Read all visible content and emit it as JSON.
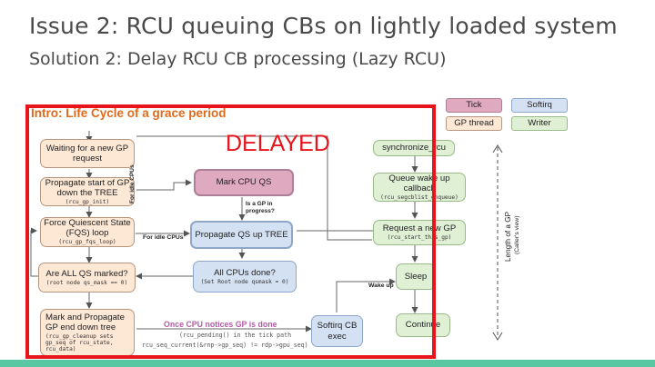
{
  "slide": {
    "title": "Issue 2: RCU queuing CBs on lightly loaded system",
    "subtitle": "Solution 2: Delay RCU CB processing (Lazy RCU)"
  },
  "diagram": {
    "title": "Intro: Life Cycle of a grace period",
    "overlay_text": "DELAYED",
    "legend": [
      "Tick",
      "Softirq",
      "GP thread",
      "Writer"
    ],
    "boxes": {
      "wait_gp": {
        "text": "Waiting for a new GP request"
      },
      "propagate_start": {
        "text": "Propagate start of GP down the TREE",
        "code": "(rcu_gp_init)"
      },
      "fqs_loop": {
        "text": "Force Quiescent State (FQS) loop",
        "code": "(rcu_gp_fqs_loop)"
      },
      "all_qs": {
        "text": "Are ALL QS marked?",
        "code": "(root node qs_mask == 0)"
      },
      "mark_end": {
        "text": "Mark and Propagate GP end down tree",
        "code": "(rcu_gp_cleanup sets gp_seq of rcu_state, rcu_data)"
      },
      "mark_cpu_qs": {
        "text": "Mark CPU QS"
      },
      "propagate_qs": {
        "text": "Propagate QS up TREE"
      },
      "all_cpus_done": {
        "text": "All CPUs done?",
        "code": "(Set Root node qsmask = 0)"
      },
      "softirq_exec": {
        "text": "Softirq CB exec"
      },
      "sync_rcu": {
        "text": "synchronize_rcu"
      },
      "queue_wake": {
        "text": "Queue wake up callback",
        "code": "(rcu_segcblist_enqueue)"
      },
      "request_gp": {
        "text": "Request a new GP",
        "code": "(rcu_start_this_gp)"
      },
      "sleep": {
        "text": "Sleep"
      },
      "continue": {
        "text": "Continue"
      }
    },
    "labels": {
      "for_idle_cpus_vertical": "For idle CPUs",
      "for_idle_cpus": "For idle CPUs",
      "is_gp_in_progress": "Is a GP in progress?",
      "wake_up": "Wake up",
      "once_cpu": "Once CPU notices GP is done",
      "pending_tick": "(rcu_pending() in the tick path",
      "seq_current": "rcu_seq_current(&rnp->gp_seq) != rdp->gpu_seq)",
      "length_gp": "Length of a GP",
      "callers_view": "(Caller's view)"
    },
    "colors": {
      "delayed_red": "#e8141b",
      "title_orange": "#e06a1c",
      "gp_thread": "#fde7d5",
      "writer": "#dff0d5",
      "softirq": "#d3e1f3",
      "tick": "#dfa9c0",
      "accent_bar": "#58c7a2"
    }
  }
}
